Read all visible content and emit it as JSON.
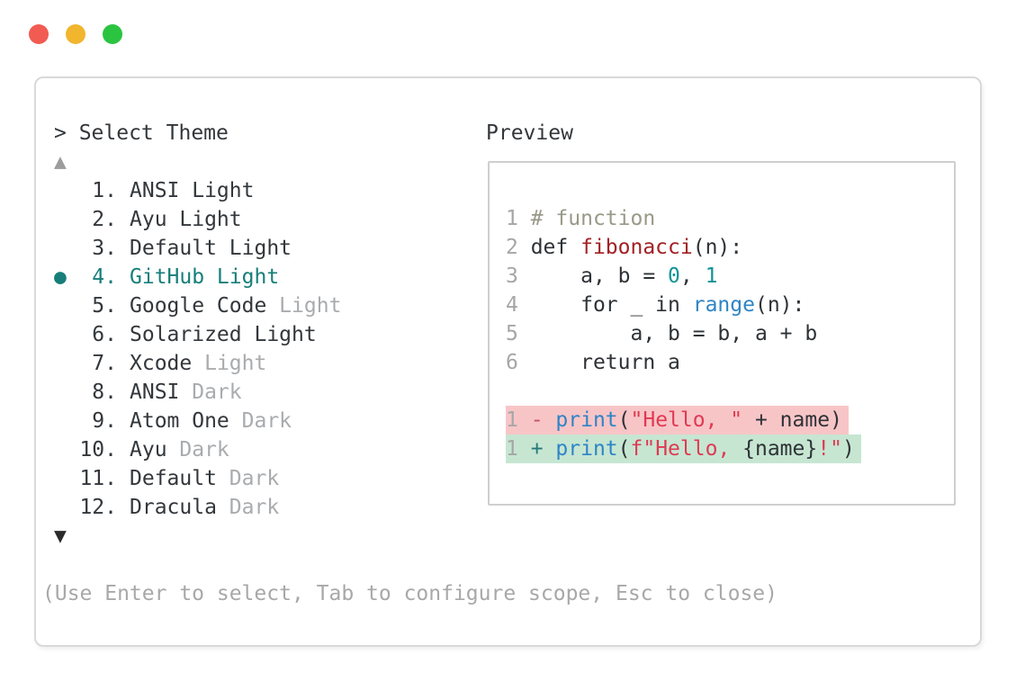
{
  "window_controls": {
    "close_color": "#f15b52",
    "minimize_color": "#f1b52e",
    "zoom_color": "#2bc440"
  },
  "theme_picker": {
    "prompt": "> Select Theme",
    "scroll_up_icon": "▲",
    "scroll_down_icon": "▼",
    "accent_color": "#177e79",
    "selected_bullet": "●",
    "items": [
      {
        "number": "1.",
        "name": "ANSI Light",
        "muted": "",
        "selected": false
      },
      {
        "number": "2.",
        "name": "Ayu Light",
        "muted": "",
        "selected": false
      },
      {
        "number": "3.",
        "name": "Default Light",
        "muted": "",
        "selected": false
      },
      {
        "number": "4.",
        "name": "GitHub Light",
        "muted": "",
        "selected": true
      },
      {
        "number": "5.",
        "name": "Google Code",
        "muted": "Light",
        "selected": false
      },
      {
        "number": "6.",
        "name": "Solarized Light",
        "muted": "",
        "selected": false
      },
      {
        "number": "7.",
        "name": "Xcode",
        "muted": "Light",
        "selected": false
      },
      {
        "number": "8.",
        "name": "ANSI",
        "muted": "Dark",
        "selected": false
      },
      {
        "number": "9.",
        "name": "Atom One",
        "muted": "Dark",
        "selected": false
      },
      {
        "number": "10.",
        "name": "Ayu",
        "muted": "Dark",
        "selected": false
      },
      {
        "number": "11.",
        "name": "Default",
        "muted": "Dark",
        "selected": false
      },
      {
        "number": "12.",
        "name": "Dracula",
        "muted": "Dark",
        "selected": false
      }
    ],
    "help_text": "(Use Enter to select, Tab to configure scope, Esc to close)"
  },
  "preview": {
    "title": "Preview",
    "colors": {
      "plain": "#2e3236",
      "comment": "#999988",
      "fn": "#a32024",
      "builtin": "#2e84c6",
      "num": "#0f9396",
      "str": "#df3a52",
      "minus": "#c4506a",
      "plus": "#27787b",
      "ln": "#a6a6a6",
      "removed_bg": "#f8c5c7",
      "added_bg": "#c6e6d2"
    },
    "code_lines": [
      {
        "ln": "1",
        "tokens": [
          {
            "t": "# function",
            "c": "comment"
          }
        ]
      },
      {
        "ln": "2",
        "tokens": [
          {
            "t": "def ",
            "c": "plain"
          },
          {
            "t": "fibonacci",
            "c": "fn"
          },
          {
            "t": "(n):",
            "c": "plain"
          }
        ]
      },
      {
        "ln": "3",
        "tokens": [
          {
            "t": "    a, b = ",
            "c": "plain"
          },
          {
            "t": "0",
            "c": "num"
          },
          {
            "t": ", ",
            "c": "plain"
          },
          {
            "t": "1",
            "c": "num"
          }
        ]
      },
      {
        "ln": "4",
        "tokens": [
          {
            "t": "    for _ in ",
            "c": "plain"
          },
          {
            "t": "range",
            "c": "builtin"
          },
          {
            "t": "(n):",
            "c": "plain"
          }
        ]
      },
      {
        "ln": "5",
        "tokens": [
          {
            "t": "        a, b = b, a + b",
            "c": "plain"
          }
        ]
      },
      {
        "ln": "6",
        "tokens": [
          {
            "t": "    return a",
            "c": "plain"
          }
        ]
      },
      {
        "blank": true
      },
      {
        "ln": "1",
        "diff": "removed",
        "tokens": [
          {
            "t": "- ",
            "c": "minus"
          },
          {
            "t": "print",
            "c": "builtin"
          },
          {
            "t": "(",
            "c": "plain"
          },
          {
            "t": "\"Hello, \"",
            "c": "str"
          },
          {
            "t": " + name)",
            "c": "plain"
          }
        ]
      },
      {
        "ln": "1",
        "diff": "added",
        "tokens": [
          {
            "t": "+ ",
            "c": "plus"
          },
          {
            "t": "print",
            "c": "builtin"
          },
          {
            "t": "(",
            "c": "plain"
          },
          {
            "t": "f\"Hello, ",
            "c": "str"
          },
          {
            "t": "{name}",
            "c": "plain"
          },
          {
            "t": "!\"",
            "c": "str"
          },
          {
            "t": ")",
            "c": "plain"
          }
        ]
      }
    ]
  }
}
